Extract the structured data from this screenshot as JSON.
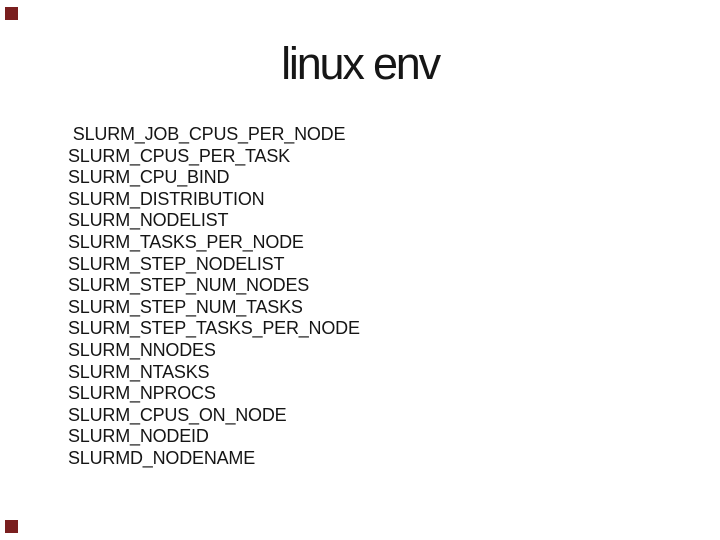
{
  "slide": {
    "title": "linux env",
    "env_vars": [
      " SLURM_JOB_CPUS_PER_NODE",
      "SLURM_CPUS_PER_TASK",
      "SLURM_CPU_BIND",
      "SLURM_DISTRIBUTION",
      "SLURM_NODELIST",
      "SLURM_TASKS_PER_NODE",
      "SLURM_STEP_NODELIST",
      "SLURM_STEP_NUM_NODES",
      "SLURM_STEP_NUM_TASKS",
      "SLURM_STEP_TASKS_PER_NODE",
      "SLURM_NNODES",
      "SLURM_NTASKS",
      "SLURM_NPROCS",
      "SLURM_CPUS_ON_NODE",
      "SLURM_NODEID",
      "SLURMD_NODENAME"
    ],
    "colors": {
      "background": "#ffffff",
      "text": "#151515",
      "marker": "#7a1f1f"
    }
  }
}
